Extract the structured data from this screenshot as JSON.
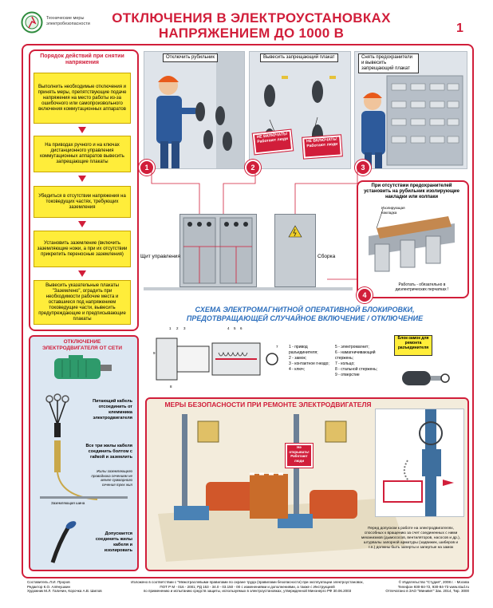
{
  "header": {
    "logo_caption": "Технические меры электробезопасности",
    "title_line1": "ОТКЛЮЧЕНИЯ В ЭЛЕКТРОУСТАНОВКАХ",
    "title_line2": "НАПРЯЖЕНИЕМ ДО 1000 В",
    "page_number": "1"
  },
  "procedure": {
    "title": "Порядок действий при снятии напряжения",
    "steps": [
      "Выполнить необходимые отключения и принять меры, препятствующие подаче напряжения на место работы из-за ошибочного или самопроизвольного включения коммутационных аппаратов",
      "На приводах ручного и на ключах дистанционного управления коммутационных аппаратов вывесить запрещающие плакаты",
      "Убедиться в отсутствии напряжения на токоведущих частях, требующих заземления",
      "Установить заземление (включить заземляющие ножи, а при их отсутствии прикрепить переносные заземления)",
      "Вывесить указательные плакаты \"Заземлено\", оградить при необходимости рабочие места и оставшиеся под напряжением токоведущие части, вывесить предупреждающие и предписывающие плакаты"
    ]
  },
  "scenes": {
    "s1_caption": "Отключить рубильник",
    "s2_caption": "Вывесить запрещающий плакат",
    "s3_caption": "Снять предохранители и вывесить запрещающий плакат",
    "s4_caption": "При отсутствии предохранителей установить на рубильник изолирующие накладки или колпаки",
    "s4_label": "Изолирующая накладка",
    "s4_note": "Работать - обязательно в диэлектрических перчатках !",
    "sign_text": "НЕ ВКЛЮЧАТЬ! Работают люди",
    "cabinet_label": "Щит управления",
    "assembly_label": "Сборка",
    "numbers": [
      "1",
      "2",
      "3",
      "4"
    ]
  },
  "scheme": {
    "title_line1": "СХЕМА ЭЛЕКТРОМАГНИТНОЙ ОПЕРАТИВНОЙ БЛОКИРОВКИ,",
    "title_line2": "ПРЕДОТВРАЩАЮЩЕЙ СЛУЧАЙНОЕ ВКЛЮЧЕНИЕ / ОТКЛЮЧЕНИЕ",
    "numbers_top": [
      "1",
      "2",
      "3",
      "4",
      "5",
      "6"
    ],
    "number_left": "9",
    "number_right": "7",
    "number_bottom": "8",
    "legend_left": [
      "1 - привод разъединителя;",
      "2 - замок;",
      "3 - контактное гнездо;",
      "4 - ключ;"
    ],
    "legend_right": [
      "5 - электромагнит;",
      "6 - намагничивающий стержень;",
      "7 - кольцо;",
      "8 - стальной стержень;",
      "9 - отверстие"
    ],
    "lock_label": "Блок-замок для ремонта разъединителя"
  },
  "motor_disconnect": {
    "title": "ОТКЛЮЧЕНИЕ ЭЛЕКТРОДВИГАТЕЛЯ ОТ СЕТИ",
    "step1": "Питающий кабель отсоединить от клеммника электродвигателя",
    "step2": "Все три жилы кабеля соединить болтом с гайкой и заземлить",
    "note2": "Жилы заземляющего проводника сечением не менее суммарного сечения трех жил",
    "ground_label": "Заземляющая шина",
    "step3": "Допускается соединить жилы кабеля и изолировать"
  },
  "safety": {
    "title": "МЕРЫ БЕЗОПАСНОСТИ ПРИ РЕМОНТЕ ЭЛЕКТРОДВИГАТЕЛЯ",
    "note": "Перед допуском к работе на электродвигателях, способных к вращению за счет соединенных с ними механизмов (дымососов, вентиляторов, насосов и др.), штурвалы запорной арматуры (задвижек, шиберов и т.п.) должны быть заперты и запертые на замок",
    "valve_sign": "Не открывать! Работают люди"
  },
  "footer": {
    "left": [
      "Составитель Л.И. Проров",
      "Редактор К.О. Алёнушкин",
      "Художник М.Л. Галичин, Корочка А.В. Шилов"
    ],
    "center": [
      "Изложено в соответствии с \"Межотраслевыми правилами по охране труда (правилами безопасности) при эксплуатации электроустановок,",
      "ПОТ Р М - 016 - 2001; РД 153 - 34.0 - 03.150 - 00 с изменениями и дополнениями, а также с Инструкцией",
      "по применению и испытанию средств защиты, используемых в электроустановках, утвержденной Минэнерго РФ 30.06.2003"
    ],
    "right": [
      "© Издательство \"Студия\", 2008 г. - Москва",
      "Телефон 930-84-72, 930-84-73 www.stud.ru",
      "Отпечатано в ЗАО \"Минивет\" Зак. 2014, Тир. 3000"
    ]
  }
}
